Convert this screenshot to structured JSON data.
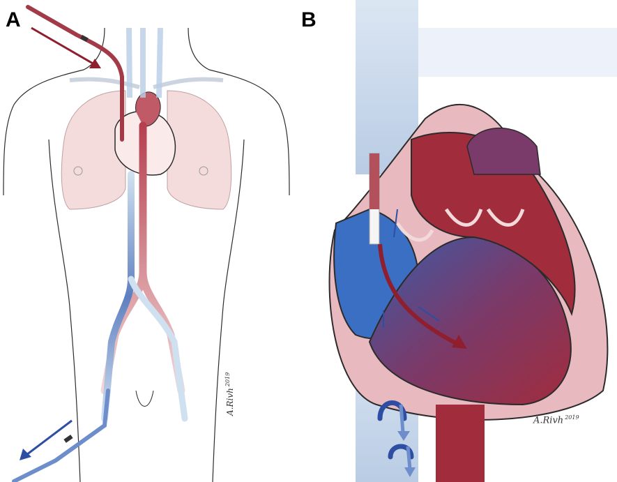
{
  "panel_a": {
    "label": "A",
    "signature": "A.Rivh",
    "year": "2019"
  },
  "panel_b": {
    "label": "B",
    "signature": "A.Rivh",
    "year": "2019"
  },
  "colors": {
    "arterial": "#9b2335",
    "venous": "#3a5ba8",
    "outline": "#2b2b2b",
    "lung_fill": "#f4dcdc",
    "skin": "#ffffff"
  }
}
